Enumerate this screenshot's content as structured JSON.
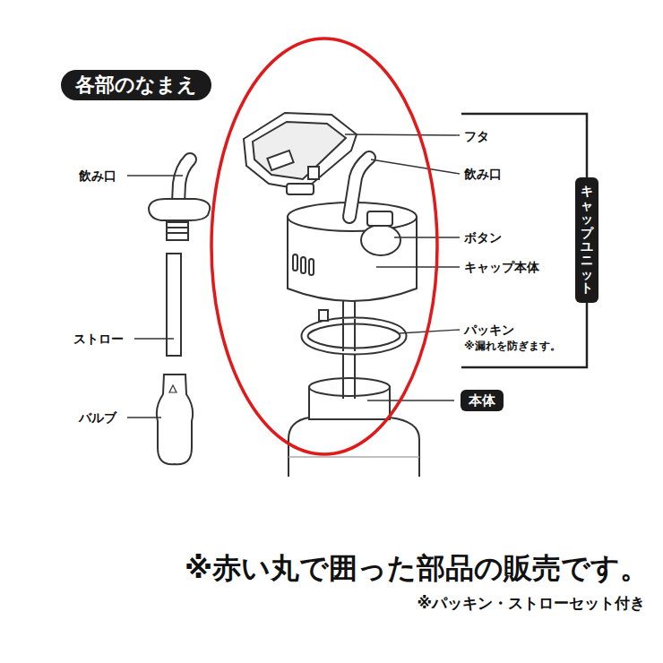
{
  "diagram": {
    "title": "各部のなまえ",
    "caption": "※赤い丸で囲った部品の販売です。",
    "nodes": [
      {
        "text": [
          "キャップユニット"
        ]
      },
      {
        "text": [
          "本体"
        ]
      }
    ],
    "edges": [],
    "labels": [
      "飲み口",
      "ストロー",
      "バルブ",
      "フタ",
      "飲み口",
      "ボタン",
      "キャップ本体",
      "パッキン",
      "※漏れを防ぎます。",
      "※パッキン・ストローセット付き"
    ]
  }
}
